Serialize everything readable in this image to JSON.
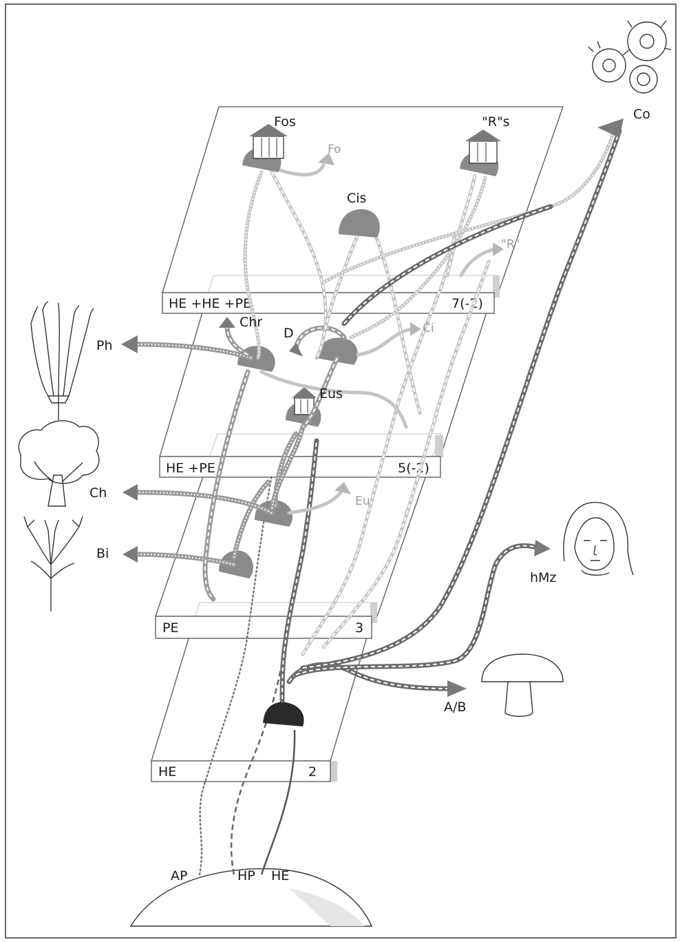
{
  "planes": [
    {
      "name": "HE +HE +PE",
      "value": "7(-2)"
    },
    {
      "name": "HE +PE",
      "value": "5(-2)"
    },
    {
      "name": "PE",
      "value": "3"
    },
    {
      "name": "HE",
      "value": "2"
    }
  ],
  "labels": {
    "fos": "Fos",
    "rs": "\"R\"s",
    "fo": "Fo",
    "cis": "Cis",
    "r": "\"R\"",
    "chr": "Chr",
    "d": "D",
    "ci": "Ci",
    "eus": "Eus",
    "eu": "Eu",
    "ph": "Ph",
    "ch": "Ch",
    "bi": "Bi",
    "co": "Co",
    "hmz": "hMz",
    "ab": "A/B",
    "ap": "AP",
    "hp": "HP",
    "he": "HE"
  },
  "illustrations": {
    "ph": "plant-illustration",
    "ch": "tree-illustration",
    "bi": "bare-tree-illustration",
    "co": "coral-flowers-illustration",
    "hmz": "woman-face-illustration",
    "ab": "mushroom-illustration"
  },
  "colors": {
    "tube": "#9b9b9b",
    "tube_dark": "#6b6b6b",
    "dome": "#8a8a8a",
    "dome_dark": "#2a2a2a",
    "line": "#666666"
  }
}
